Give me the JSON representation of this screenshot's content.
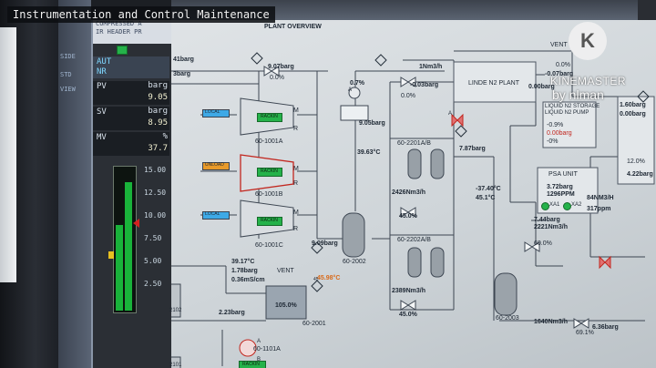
{
  "overlay_title": "Instrumentation and Control Maintenance",
  "watermark": {
    "brand": "KINEMASTER",
    "by": "by nlman"
  },
  "faceplate": {
    "title_line1": "COMPRESSED A",
    "title_line2": "IR HEADER PR",
    "mode_auto": "AUT",
    "mode_nr": "NR",
    "pv_label": "PV",
    "pv_unit": "barg",
    "pv_value": "9.05",
    "sv_label": "SV",
    "sv_unit": "barg",
    "sv_value": "8.95",
    "mv_label": "MV",
    "mv_unit": "%",
    "mv_value": "37.7",
    "scale": [
      "15.00",
      "12.50",
      "10.00",
      "7.50",
      "5.00",
      "2.50"
    ],
    "pv_fraction": 0.6,
    "mv_fraction": 0.377
  },
  "side_labels": {
    "side1": "SIDE",
    "side2": "STD",
    "side3": "VIEW"
  },
  "schematic": {
    "header_title": "PLANT OVERVIEW",
    "left_p1": "41barg",
    "left_p2": "3barg",
    "top_valve_p": "9.07barg",
    "top_valve_pct": "0.0%",
    "comp1_tag": "60-1001A",
    "comp2_tag": "60-1001B",
    "comp3_tag": "60-1001C",
    "comp_status": "RACKIN",
    "ind_tag1": "LOCAL",
    "ind_tag2": "UNLOAD",
    "ind_tag3": "LOCAL",
    "line_m": "M",
    "line_r": "R",
    "recv_temp": "39.63°C",
    "recv_tag": "60-2002",
    "recv_p": "9.09barg",
    "dryer_valve_pct": "0.7%",
    "dryer_valve_p": "9.05barg",
    "flow_top": "1Nm3/h",
    "flow_top_p": "-0.03barg",
    "flow_top_pct": "0.0%",
    "dryer_a_tag": "60-2201A/B",
    "dryer_b_tag": "60-2202A/B",
    "dryer_a_flow": "2426Nm3/h",
    "dryer_a_pct": "45.0%",
    "dryer_b_flow": "2389Nm3/h",
    "dryer_b_pct": "45.0%",
    "out_p": "7.87barg",
    "out_t1": "-37.40°C",
    "out_t2": "45.1°C",
    "n2_plant": "LINDE N2 PLANT",
    "n2_p1": "-0.07barg",
    "n2_p2": "0.00barg",
    "n2_vent": "VENT",
    "n2_pct": "0.0%",
    "lin_storage": "LIQUID N2 STORAGE",
    "lin_pump": "LIQUID N2 PUMP",
    "lin_pct": "-0.9%",
    "lin_p1": "0.00barg",
    "lin_p2": "-0%",
    "psa_unit": "PSA UNIT",
    "psa_p": "3.72barg",
    "psa_ppm": "1296PPM",
    "psa_xa1": "XA1",
    "psa_xa2": "XA2",
    "psa_p2": "7.44barg",
    "psa_flow": "2221Nm3/h",
    "psa_pct": "60.0%",
    "n2_right1": "1.60barg",
    "n2_right2": "0.00barg",
    "n2_right_pct": "12.0%",
    "n2_right_p": "4.22barg",
    "n2_right_flow": "84NM3/H",
    "n2_right_ppm": "317ppm",
    "vessel_tag": "60-2003",
    "bottom_flow": "1640Nm3/h",
    "bottom_pct": "69.1%",
    "bottom_p": "6.36barg",
    "low_temp": "39.17°C",
    "low_p": "1.78barg",
    "low_flow": "0.36mS/cm",
    "vent_label": "VENT",
    "tank_pct": "105.0%",
    "tank_tag": "60-2001",
    "alarm_temp": "45.98°C",
    "alarm_num": "45",
    "pump_p": "2.23barg",
    "pump_tag": "60-1101A",
    "pump_tag2": "2102",
    "pump_tag3": "2101",
    "label_a": "A",
    "label_b": "B"
  }
}
